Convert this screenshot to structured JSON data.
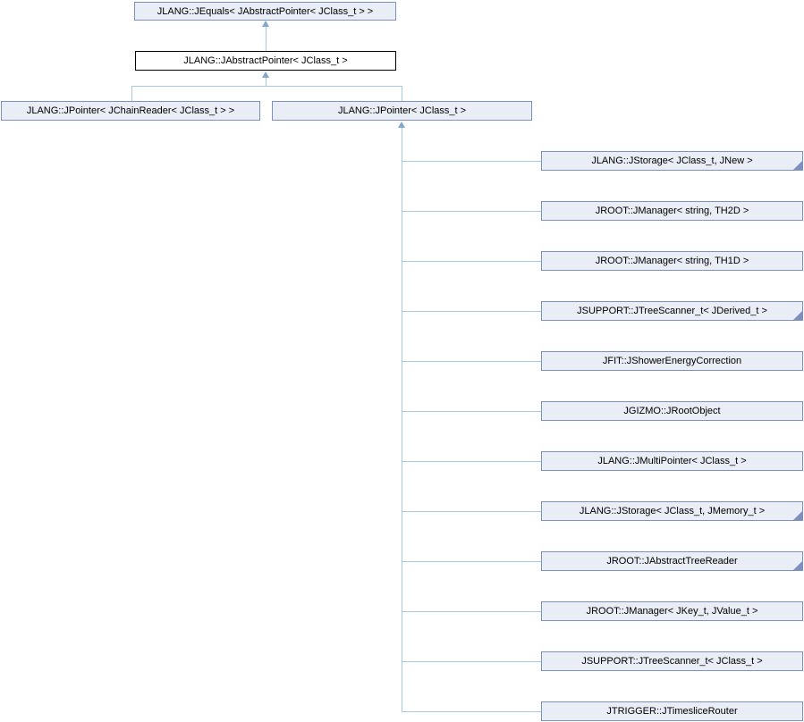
{
  "diagram": {
    "type": "class-inheritance-graph",
    "colors": {
      "node_fill": "#E8EDF6",
      "node_border": "#7E90C0",
      "current_node_fill": "#FFFFFF",
      "current_node_border": "#000000",
      "edge": "#A5C9E5",
      "arrowhead": "#7FA8CF",
      "text": "#000000"
    },
    "nodes": {
      "jequals": {
        "label": "JLANG::JEquals< JAbstractPointer< JClass_t > >"
      },
      "jabstractpointer": {
        "label": "JLANG::JAbstractPointer< JClass_t >"
      },
      "jpointer_chainreader": {
        "label": "JLANG::JPointer< JChainReader< JClass_t > >"
      },
      "jpointer": {
        "label": "JLANG::JPointer< JClass_t >"
      },
      "derived": [
        {
          "label": "JLANG::JStorage< JClass_t, JNew >",
          "has_subclasses": true
        },
        {
          "label": "JROOT::JManager< string, TH2D >",
          "has_subclasses": false
        },
        {
          "label": "JROOT::JManager< string, TH1D >",
          "has_subclasses": false
        },
        {
          "label": "JSUPPORT::JTreeScanner_t< JDerived_t >",
          "has_subclasses": true
        },
        {
          "label": "JFIT::JShowerEnergyCorrection",
          "has_subclasses": false
        },
        {
          "label": "JGIZMO::JRootObject",
          "has_subclasses": false
        },
        {
          "label": "JLANG::JMultiPointer< JClass_t >",
          "has_subclasses": false
        },
        {
          "label": "JLANG::JStorage< JClass_t, JMemory_t >",
          "has_subclasses": true
        },
        {
          "label": "JROOT::JAbstractTreeReader",
          "has_subclasses": true
        },
        {
          "label": "JROOT::JManager< JKey_t, JValue_t >",
          "has_subclasses": false
        },
        {
          "label": "JSUPPORT::JTreeScanner_t< JClass_t >",
          "has_subclasses": false
        },
        {
          "label": "JTRIGGER::JTimesliceRouter",
          "has_subclasses": false
        }
      ]
    }
  }
}
